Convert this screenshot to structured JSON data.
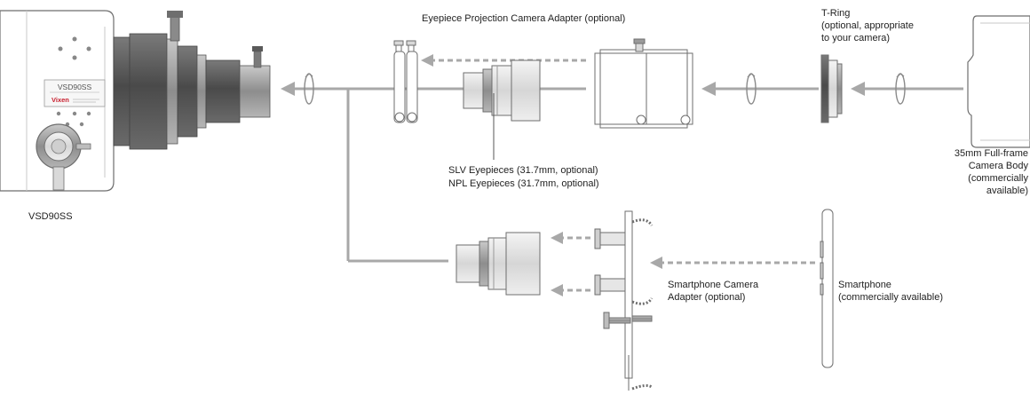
{
  "labels": {
    "telescope": "VSD90SS",
    "eyepiece_projection": "Eyepiece Projection Camera Adapter (optional)",
    "t_ring": "T-Ring\n(optional, appropriate\nto your camera)",
    "camera_body": "35mm Full-frame\nCamera Body\n(commercially\navailable)",
    "eyepieces_slv": "SLV Eyepieces (31.7mm, optional)",
    "eyepieces_npl": "NPL Eyepieces (31.7mm, optional)",
    "smartphone_adapter": "Smartphone Camera\nAdapter (optional)",
    "smartphone": "Smartphone\n(commercially available)"
  },
  "telescope_badge": {
    "model": "VSD90SS",
    "brand": "Vixen"
  },
  "colors": {
    "line": "#a8a8a8",
    "outline": "#6e6e6e",
    "body_fill": "#ffffff",
    "dark_metal": "#5a5a5a",
    "mid_metal": "#8c8c8c",
    "light_metal": "#d9d9d9",
    "brand_red": "#c8202f"
  }
}
